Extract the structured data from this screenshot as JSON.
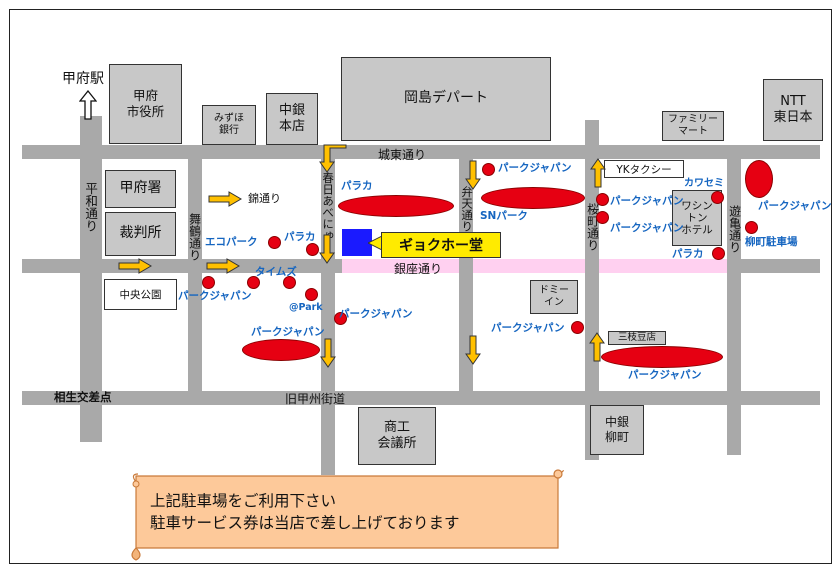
{
  "map": {
    "buildings": {
      "kofu_shiyakusho": "甲府\n市役所",
      "mizuho": "みずほ\n銀行",
      "chugin_honten": "中銀\n本店",
      "okajima": "岡島デパート",
      "family_mart": "ファミリー\nマート",
      "ntt": "NTT\n東日本",
      "kofusho": "甲府署",
      "saibansho": "裁判所",
      "chuo_koen": "中央公園",
      "dormy_inn": "ドミー\nイン",
      "washington_hotel": "ワシン\nトン\nホテル",
      "yk_taxi": "YKタクシー",
      "mitsubamame": "三枝豆店",
      "shoko_kaigisho": "商工\n会議所",
      "chugin_yanagimachi": "中銀\n柳町"
    },
    "streets": {
      "kofu_eki": "甲府駅",
      "joto_dori": "城東通り",
      "nishiki_dori": "錦通り",
      "ginza_dori": "銀座通り",
      "kyu_koshu_kaido": "旧甲州街道",
      "aioi_kosaten": "相生交差点",
      "heiwa_dori": "平和通り",
      "maizuru_dori": "舞鶴通り",
      "kasuga_abenyu": "春日あべにゅ",
      "benten_dori": "弁天通り",
      "sakuramachi_dori": "桜町通り",
      "yugame_dori": "遊亀通り"
    },
    "parking": {
      "paraca_1": "パラカ",
      "park_japan_1": "パークジャパン",
      "sn_park": "SNパーク",
      "kawasemi": "カワセミ",
      "park_japan_2": "パークジャパン",
      "park_japan_3": "パークジャパン",
      "park_japan_4": "パークジャパン",
      "yanagimachi_chushajo": "柳町駐車場",
      "eco_park": "エコパーク",
      "paraca_2": "パラカ",
      "times": "タイムズ",
      "park_japan_5": "パークジャパン",
      "at_park": "@Park",
      "park_japan_6": "パークジャパン",
      "paraca_3": "パラカ",
      "park_japan_7": "パークジャパン",
      "park_japan_8": "パークジャパン",
      "park_japan_9": "パークジャパン"
    },
    "store_name": "ギョクホー堂",
    "notice": {
      "line1": "上記駐車場をご利用下さい",
      "line2": "駐車サービス券は当店で差し上げております"
    },
    "colors": {
      "road": "#a9a9a9",
      "building": "#c8c8c8",
      "ginza_dori": "#ffd0f0",
      "parking_marker": "#e60012",
      "parking_label": "#1565c0",
      "store_marker": "#1a1aff",
      "store_callout": "#ffeb00",
      "arrow": "#ffc000",
      "notice_scroll": "#fdc99a"
    },
    "icons": {
      "station_arrow": "up-arrow-icon",
      "traffic_arrow": "one-way-arrow-icon",
      "parking_marker": "red-dot-icon"
    }
  }
}
